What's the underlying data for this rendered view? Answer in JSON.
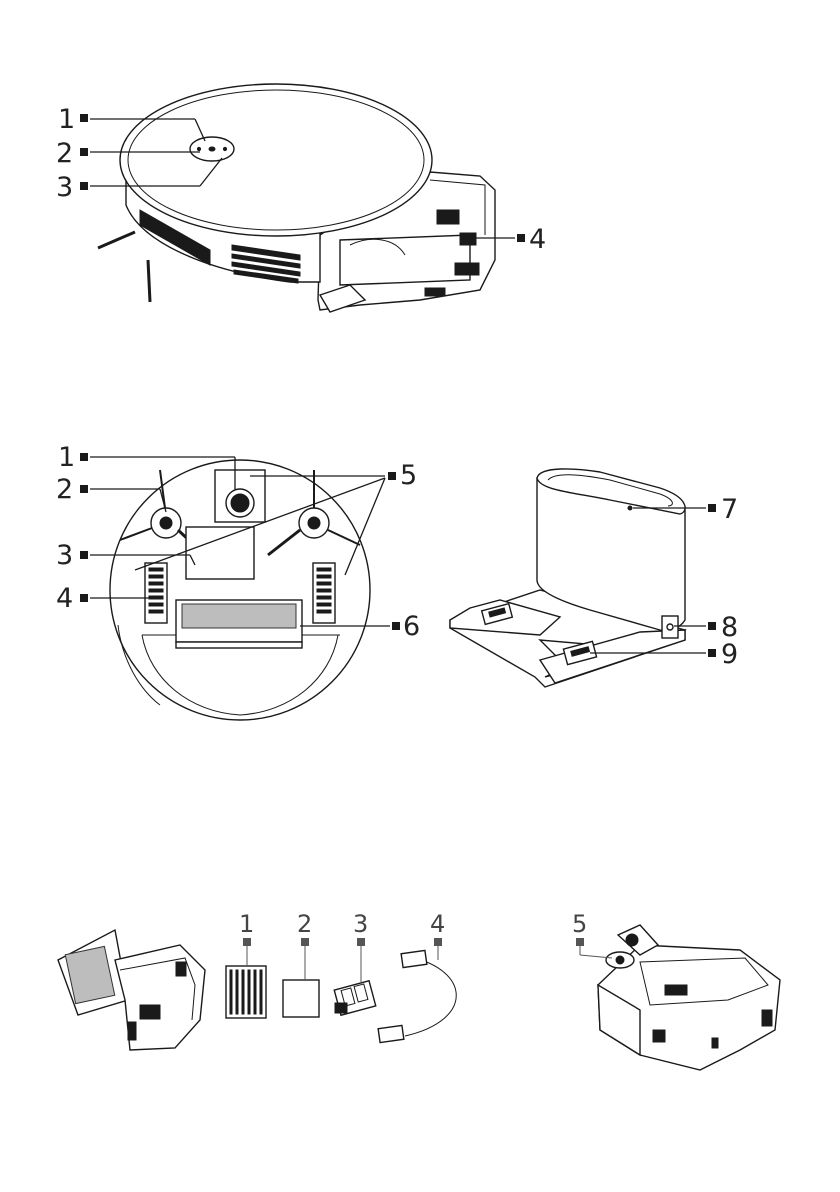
{
  "top_view": {
    "callouts": [
      "1",
      "2",
      "3",
      "4"
    ]
  },
  "bottom_view": {
    "callouts": [
      "1",
      "2",
      "3",
      "4",
      "5",
      "6"
    ]
  },
  "dock": {
    "callouts": [
      "7",
      "8",
      "9"
    ]
  },
  "accessories": {
    "callouts": [
      "1",
      "2",
      "3",
      "4",
      "5"
    ]
  }
}
